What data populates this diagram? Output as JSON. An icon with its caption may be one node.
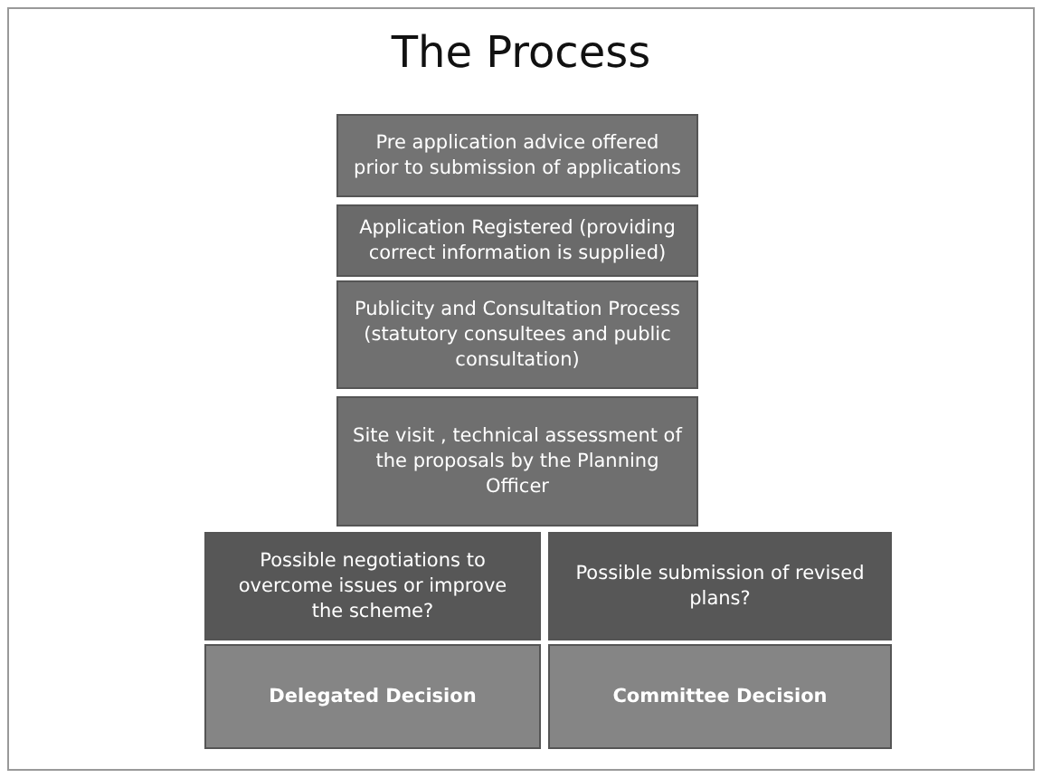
{
  "diagram": {
    "title": "The Process",
    "nodes": [
      {
        "text": [
          "Pre application advice offered prior to submission of applications"
        ]
      },
      {
        "text": [
          "Application Registered (providing correct information is supplied)"
        ]
      },
      {
        "text": [
          "Publicity and Consultation Process (statutory consultees and public consultation)"
        ]
      },
      {
        "text": [
          "Site visit , technical  assessment of the proposals by the Planning Officer"
        ]
      },
      {
        "text": [
          "Possible negotiations to overcome issues or improve the scheme?"
        ]
      },
      {
        "text": [
          "Possible submission of revised plans?"
        ]
      },
      {
        "text": [
          "Delegated Decision"
        ]
      },
      {
        "text": [
          "Committee Decision"
        ]
      }
    ],
    "edges": []
  }
}
